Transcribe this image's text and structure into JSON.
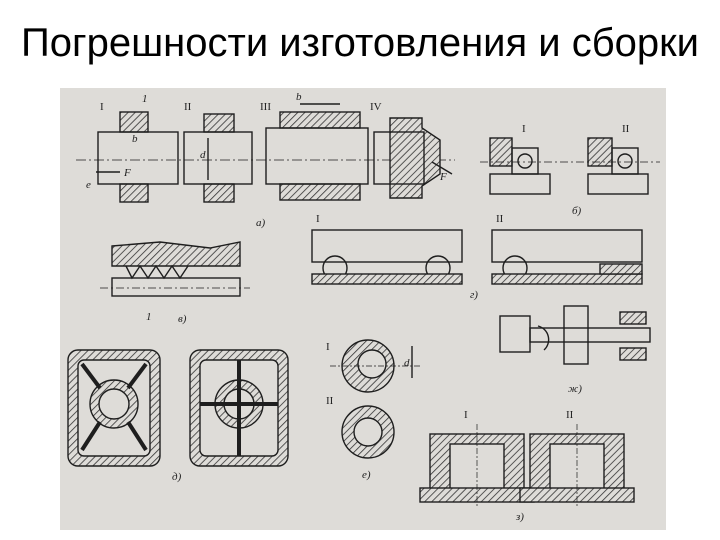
{
  "slide": {
    "title": "Погрешности изготовления и сборки"
  },
  "figure": {
    "panel_labels": [
      "а)",
      "б)",
      "в)",
      "г)",
      "д)",
      "е)",
      "ж)",
      "з)"
    ],
    "roman": [
      "I",
      "II",
      "III",
      "IV"
    ],
    "dims": {
      "b": "b",
      "d": "d",
      "e": "e",
      "F": "F",
      "one": "1"
    }
  },
  "colors": {
    "paper": "#dedcd8",
    "ink": "#1e1e1e",
    "hatch": "#333333"
  }
}
